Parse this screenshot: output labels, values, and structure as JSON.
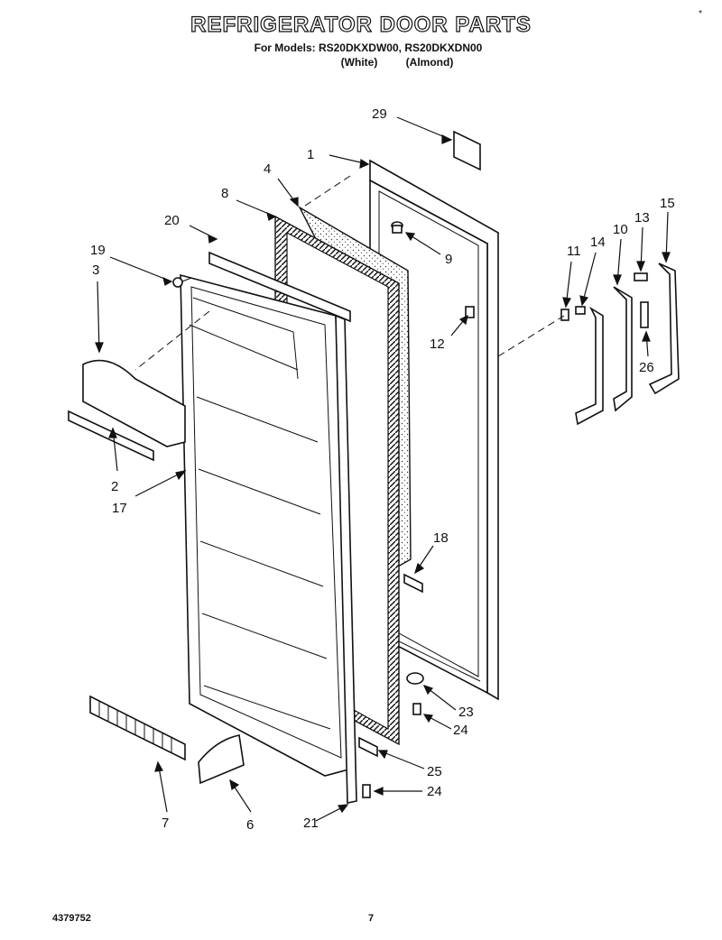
{
  "header": {
    "title": "REFRIGERATOR DOOR PARTS",
    "models_line": "For Models: RS20DKXDW00, RS20DKXDN00",
    "color_white": "(White)",
    "color_almond": "(Almond)",
    "corner_mark": "*"
  },
  "footer": {
    "part_number": "4379752",
    "page_number": "7"
  },
  "labels": {
    "l1": "1",
    "l2": "2",
    "l3": "3",
    "l4": "4",
    "l6": "6",
    "l7": "7",
    "l8": "8",
    "l9": "9",
    "l10": "10",
    "l11": "11",
    "l12": "12",
    "l13": "13",
    "l14": "14",
    "l15": "15",
    "l17": "17",
    "l18": "18",
    "l19": "19",
    "l20": "20",
    "l21": "21",
    "l23": "23",
    "l24a": "24",
    "l24b": "24",
    "l25": "25",
    "l26": "26",
    "l29": "29"
  }
}
